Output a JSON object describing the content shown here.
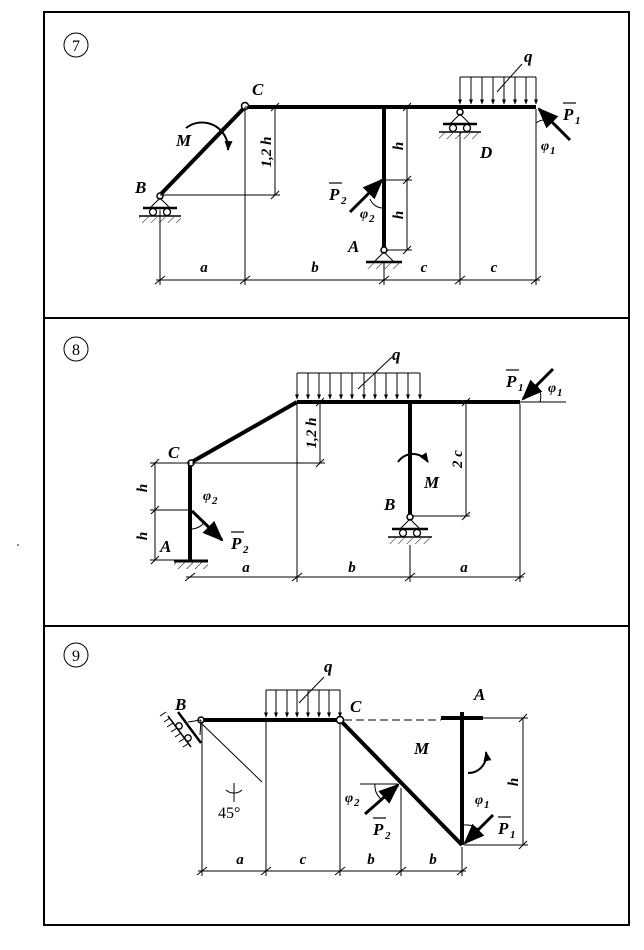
{
  "problems": [
    {
      "number": "7",
      "labels": {
        "B": "B",
        "C": "C",
        "D": "D",
        "A": "A",
        "M": "M",
        "q": "q"
      },
      "forces": {
        "P1": "P",
        "P1_sub": "1",
        "P2": "P",
        "P2_sub": "2"
      },
      "angles": {
        "phi1": "φ",
        "phi1_sub": "1",
        "phi2": "φ",
        "phi2_sub": "2"
      },
      "dims": {
        "h_upper": "h",
        "h_lower": "h",
        "h12": "1,2 h",
        "a": "a",
        "b": "b",
        "c1": "c",
        "c2": "c"
      }
    },
    {
      "number": "8",
      "labels": {
        "C": "C",
        "A": "A",
        "B": "B",
        "M": "M",
        "q": "q"
      },
      "forces": {
        "P1": "P",
        "P1_sub": "1",
        "P2": "P",
        "P2_sub": "2"
      },
      "angles": {
        "phi1": "φ",
        "phi1_sub": "1",
        "phi2": "φ",
        "phi2_sub": "2"
      },
      "dims": {
        "h1": "h",
        "h2": "h",
        "h12": "1,2 h",
        "c2": "2 c",
        "a1": "a",
        "b": "b",
        "a2": "a"
      }
    },
    {
      "number": "9",
      "labels": {
        "B": "B",
        "C": "C",
        "A": "A",
        "M": "M",
        "q": "q"
      },
      "forces": {
        "P1": "P",
        "P1_sub": "1",
        "P2": "P",
        "P2_sub": "2"
      },
      "angles": {
        "phi1": "φ",
        "phi1_sub": "1",
        "phi2": "φ",
        "phi2_sub": "2",
        "angle45": "45°"
      },
      "dims": {
        "h": "h",
        "a": "a",
        "c": "c",
        "b1": "b",
        "b2": "b"
      }
    }
  ]
}
